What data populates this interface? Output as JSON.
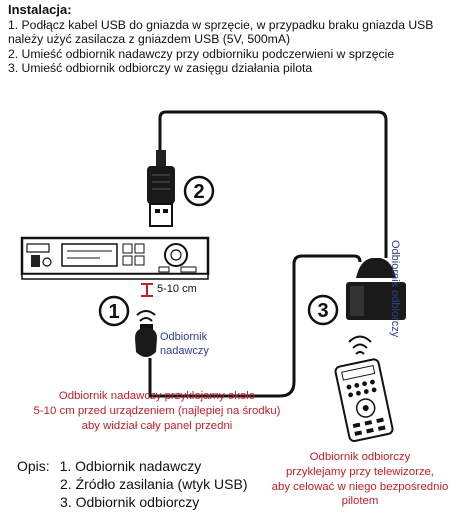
{
  "instructions": {
    "title": "Instalacja:",
    "lines": [
      "1. Podłącz kabel USB do gniazda w sprzęcie, w przypadku braku gniazda USB",
      "należy użyć zasilacza z gniazdem USB (5V, 500mA)",
      "2. Umieść odbiornik nadawczy przy odbiorniku podczerwieni w sprzęcie",
      "3. Umieść odbiornik odbiorczy w zasięgu działania pilota"
    ]
  },
  "markers": {
    "one": "1",
    "two": "2",
    "three": "3"
  },
  "labels": {
    "distance": "5-10 cm",
    "transmitter_line1": "Odbiornik",
    "transmitter_line2": "nadawczy",
    "receiver_vertical": "Odbiornik odbiorczy"
  },
  "notes": {
    "transmitter": [
      "Odbiornik nadawczy przyklejamy około",
      "5-10 cm przed urządzeniem (najlepiej na środku)",
      "aby widział cały panel przedni"
    ],
    "receiver": [
      "Odbiornik odbiorczy",
      "przyklejamy przy telewizorze,",
      "aby celować w niego bezpośrednio",
      "pilotem"
    ]
  },
  "legend": {
    "label": "Opis:",
    "items": [
      "1. Odbiornik nadawczy",
      "2. Źródło zasilania (wtyk USB)",
      "3. Odbiornik odbiorczy"
    ]
  },
  "colors": {
    "red_text": "#c0202a",
    "blue_text": "#2b3f8f"
  }
}
